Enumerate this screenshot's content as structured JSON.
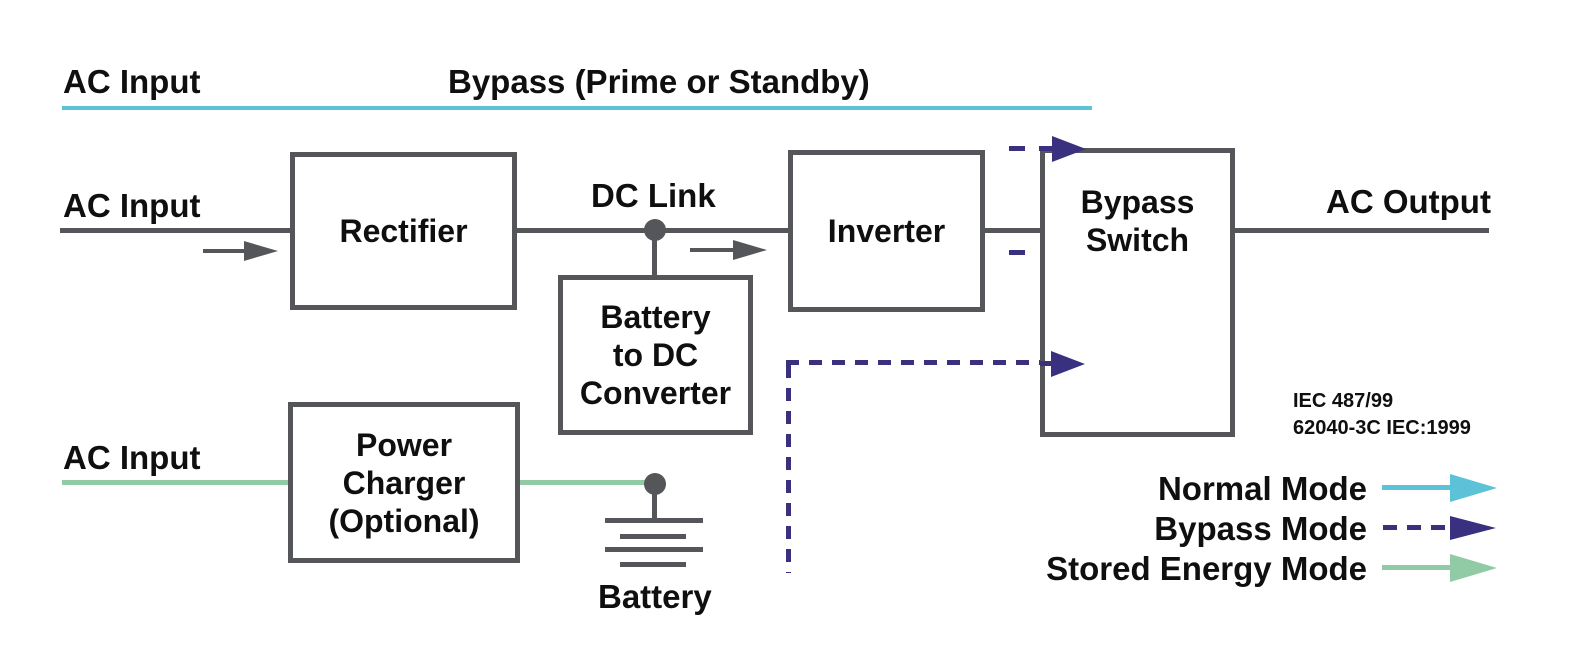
{
  "diagram_title": "UPS block diagram",
  "colors": {
    "wire_grey": "#54565a",
    "normal_mode_cyan": "#5bc2d8",
    "bypass_mode_purple": "#393080",
    "stored_energy_green": "#90cba6"
  },
  "labels": {
    "ac_input_top": "AC Input",
    "bypass_path": "Bypass (Prime or Standby)",
    "ac_input_main": "AC Input",
    "ac_input_charger": "AC Input",
    "dc_link": "DC Link",
    "ac_output": "AC Output",
    "battery": "Battery"
  },
  "blocks": {
    "rectifier": {
      "lines": [
        "Rectifier"
      ]
    },
    "inverter": {
      "lines": [
        "Inverter"
      ]
    },
    "bypass_switch": {
      "lines": [
        "Bypass",
        "Switch"
      ]
    },
    "battery_converter": {
      "lines": [
        "Battery",
        "to DC",
        "Converter"
      ]
    },
    "power_charger": {
      "lines": [
        "Power",
        "Charger",
        "(Optional)"
      ]
    }
  },
  "standards": {
    "line1": "IEC 487/99",
    "line2": "62040-3C IEC:1999"
  },
  "legend": {
    "items": [
      {
        "label": "Normal Mode",
        "line_style": "solid",
        "color": "#5bc2d8"
      },
      {
        "label": "Bypass Mode",
        "line_style": "dashed",
        "color": "#393080"
      },
      {
        "label": "Stored Energy Mode",
        "line_style": "solid",
        "color": "#90cba6"
      }
    ]
  }
}
